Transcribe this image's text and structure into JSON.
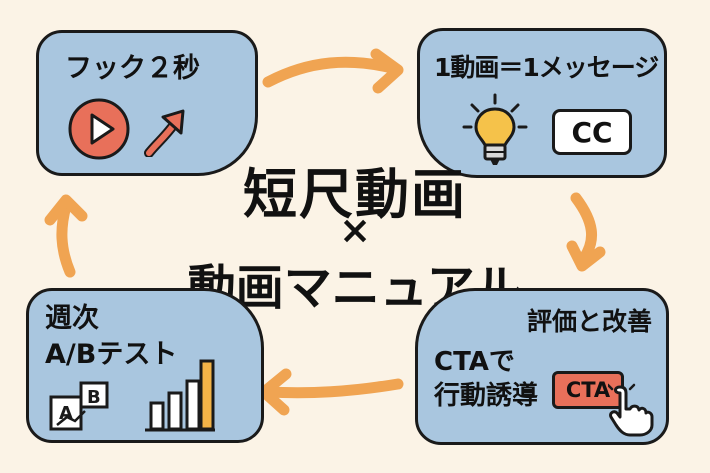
{
  "title": "短尺動画",
  "times": "×",
  "subtitle": "動画マニュアル",
  "cards": {
    "hook": {
      "title": "フック２秒"
    },
    "message": {
      "title": "1動画＝1メッセージ",
      "cc_label": "CC"
    },
    "test": {
      "line1": "週次",
      "line2": "A/Bテスト",
      "tag_a": "A",
      "tag_b": "B"
    },
    "eval": {
      "title": "評価と改善",
      "line1": "CTAで",
      "line2": "行動誘導",
      "cta_label": "CTA"
    }
  },
  "colors": {
    "background": "#fbf3e6",
    "card": "#a9c6df",
    "arrow": "#f0a452",
    "play": "#e8705a",
    "bulb": "#f5c24a",
    "bars": "#f3b347"
  },
  "icons": [
    "play-icon",
    "up-arrow-icon",
    "lightbulb-icon",
    "cc-icon",
    "ab-test-icon",
    "bar-chart-icon",
    "cta-icon",
    "cursor-hand-icon"
  ]
}
